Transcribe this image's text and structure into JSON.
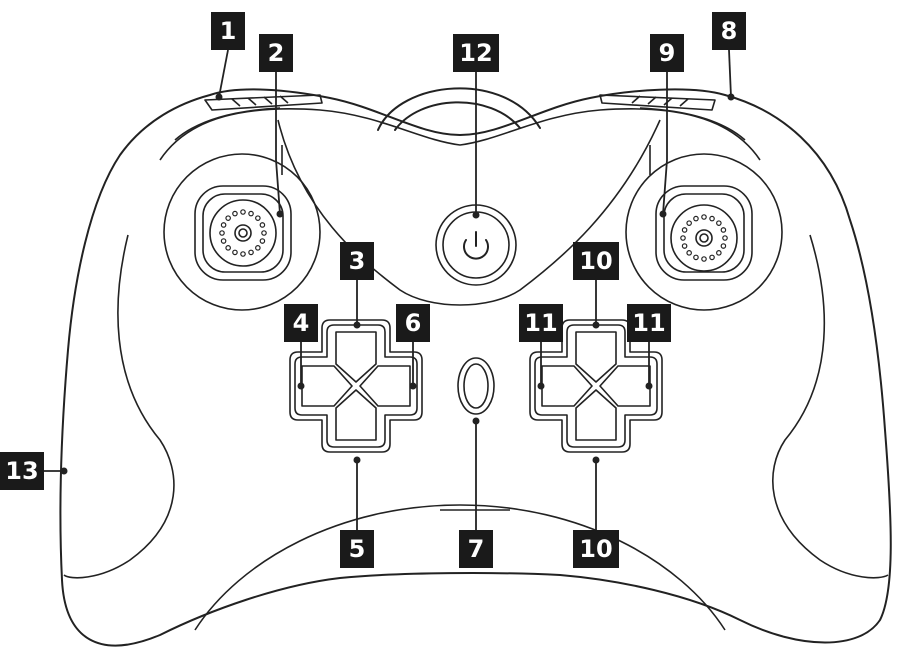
{
  "title": "",
  "colors": {
    "outline": "#222222",
    "callout_bg": "#1a1a1a",
    "callout_text": "#ffffff",
    "background": "#ffffff"
  },
  "icons": {
    "power": "power-icon"
  },
  "callouts": [
    {
      "id": "c1",
      "label": "1"
    },
    {
      "id": "c2",
      "label": "2"
    },
    {
      "id": "c3",
      "label": "3"
    },
    {
      "id": "c4",
      "label": "4"
    },
    {
      "id": "c5",
      "label": "5"
    },
    {
      "id": "c6",
      "label": "6"
    },
    {
      "id": "c7",
      "label": "7"
    },
    {
      "id": "c8",
      "label": "8"
    },
    {
      "id": "c9",
      "label": "9"
    },
    {
      "id": "c10a",
      "label": "10"
    },
    {
      "id": "c10b",
      "label": "10"
    },
    {
      "id": "c11a",
      "label": "11"
    },
    {
      "id": "c11b",
      "label": "11"
    },
    {
      "id": "c12",
      "label": "12"
    },
    {
      "id": "c13",
      "label": "13"
    }
  ]
}
